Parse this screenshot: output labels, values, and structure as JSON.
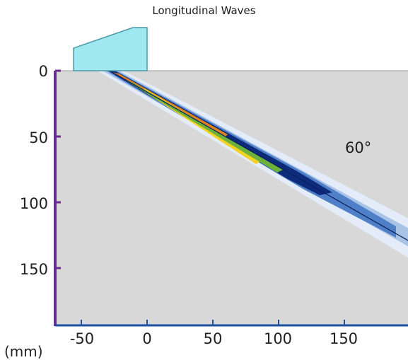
{
  "title": "Longitudinal Waves",
  "angle_label": "60°",
  "unit_label": "(mm)",
  "colors": {
    "background": "#d8d8d8",
    "wedge_fill": "#9fe8f0",
    "wedge_stroke": "#4c9aa6",
    "y_axis": "#6a2c8e",
    "x_axis": "#1e4fa0",
    "beam_outer": "#e3ecf8",
    "beam_light": "#a9c3e6",
    "beam_mid": "#4f7fc6",
    "beam_dark": "#0e2a7a",
    "beam_core_warm": "#e0821e",
    "beam_core_yellow": "#f2d223",
    "beam_core_green": "#6bb13a"
  },
  "axes": {
    "x_ticks": [
      "-50",
      "0",
      "50",
      "100",
      "150"
    ],
    "y_ticks": [
      "0",
      "50",
      "100",
      "150"
    ],
    "x_tick_values": [
      -50,
      0,
      50,
      100,
      150
    ],
    "y_tick_values": [
      0,
      50,
      100,
      150
    ],
    "x_range": [
      -70,
      200
    ],
    "y_range": [
      0,
      195
    ]
  },
  "beam": {
    "start_mm": [
      -28,
      0
    ],
    "end_mm": [
      200,
      131
    ],
    "refraction_angle_deg": 60
  }
}
